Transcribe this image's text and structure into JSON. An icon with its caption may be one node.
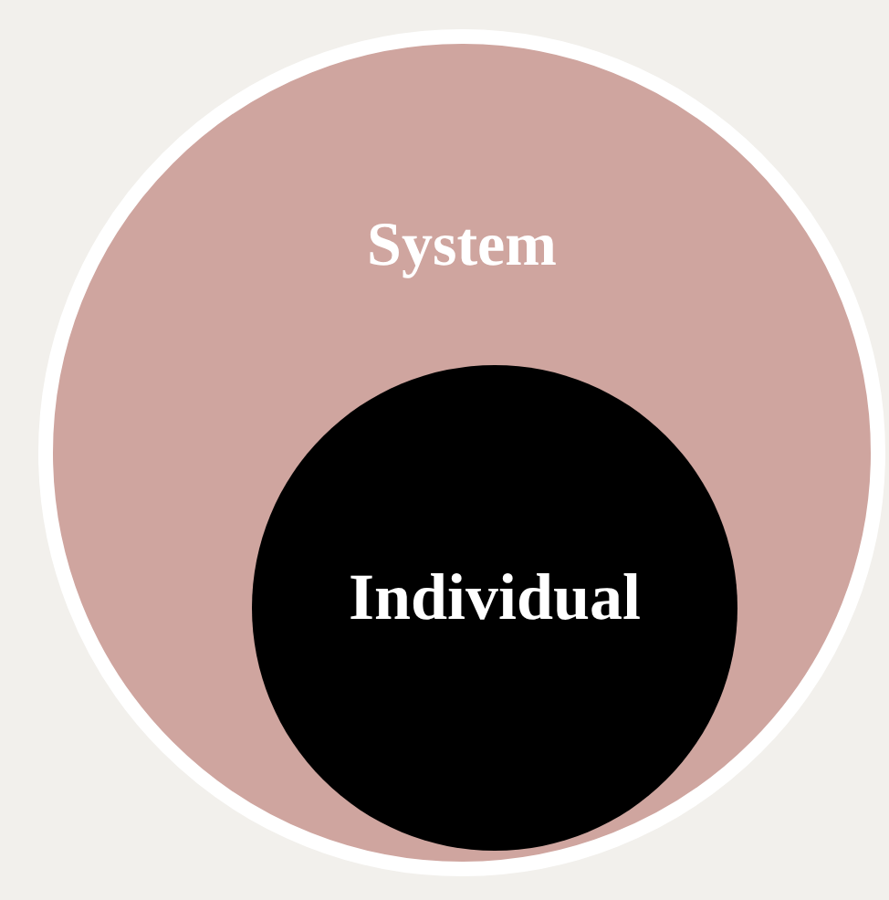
{
  "diagram": {
    "nodes": [
      {
        "text": [
          "System"
        ]
      },
      {
        "text": [
          "Individual"
        ],
        "in": 0
      }
    ]
  }
}
